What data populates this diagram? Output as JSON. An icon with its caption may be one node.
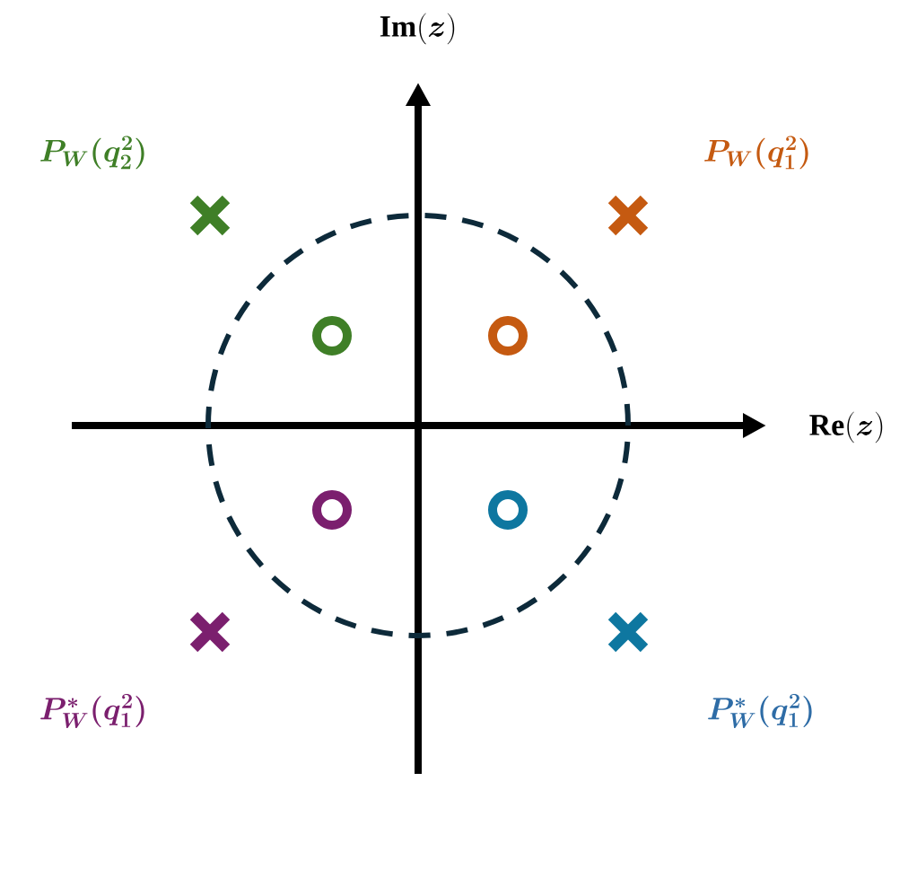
{
  "diagram": {
    "labels": [
      "\\mathbf{Im}(\\boldsymbol{z})",
      "\\mathbf{Re}(\\boldsymbol{z})",
      "\\boldsymbol{P_W(q_2^2)}",
      "\\boldsymbol{P_W(q_1^2)}",
      "\\boldsymbol{P^*_W(q_1^2)}",
      "\\boldsymbol{P^*_W(q_1^2)}"
    ]
  }
}
